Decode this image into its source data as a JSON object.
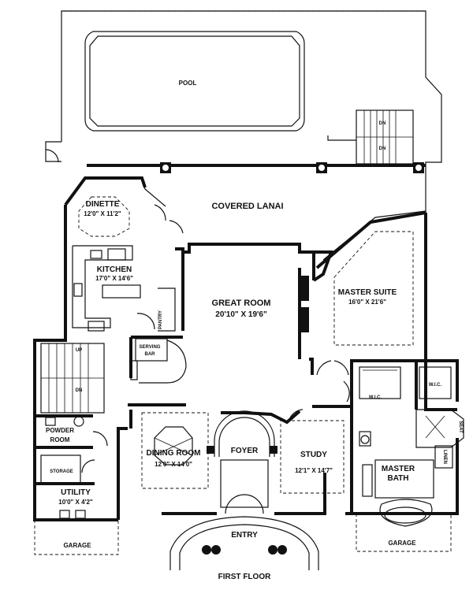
{
  "plan": {
    "caption": "FIRST FLOOR",
    "rooms": {
      "pool": {
        "name": "POOL"
      },
      "covered_lanai": {
        "name": "COVERED LANAI"
      },
      "dinette": {
        "name": "DINETTE",
        "size": "12'0\" X 11'2\""
      },
      "kitchen": {
        "name": "KITCHEN",
        "size": "17'0\" X 14'6\""
      },
      "great_room": {
        "name": "GREAT ROOM",
        "size": "20'10\" X 19'6\""
      },
      "master_suite": {
        "name": "MASTER SUITE",
        "size": "16'0\" X 21'6\""
      },
      "serving_bar": {
        "name_line1": "SERVING",
        "name_line2": "BAR"
      },
      "pantry": {
        "name": "PANTRY"
      },
      "wic_left": {
        "name": "W.I.C."
      },
      "wic_right": {
        "name": "W.I.C."
      },
      "powder_room": {
        "name_line1": "POWDER",
        "name_line2": "ROOM"
      },
      "storage": {
        "name": "STORAGE"
      },
      "utility": {
        "name": "UTILITY",
        "size": "10'0\" X 4'2\""
      },
      "dining_room": {
        "name": "DINING ROOM",
        "size": "12'0\" X 14'0\""
      },
      "foyer": {
        "name": "FOYER"
      },
      "study": {
        "name": "STUDY",
        "size": "12'1\" X 14'7\""
      },
      "master_bath": {
        "name_line1": "MASTER",
        "name_line2": "BATH"
      },
      "linen": {
        "name": "LINEN"
      },
      "seat": {
        "name": "SEAT"
      },
      "entry": {
        "name": "ENTRY"
      },
      "garage_left": {
        "name": "GARAGE"
      },
      "garage_right": {
        "name": "GARAGE"
      }
    },
    "stair_labels": {
      "up": "UP",
      "dn_left": "DN",
      "dn_pool_1": "DN",
      "dn_pool_2": "DN"
    }
  }
}
